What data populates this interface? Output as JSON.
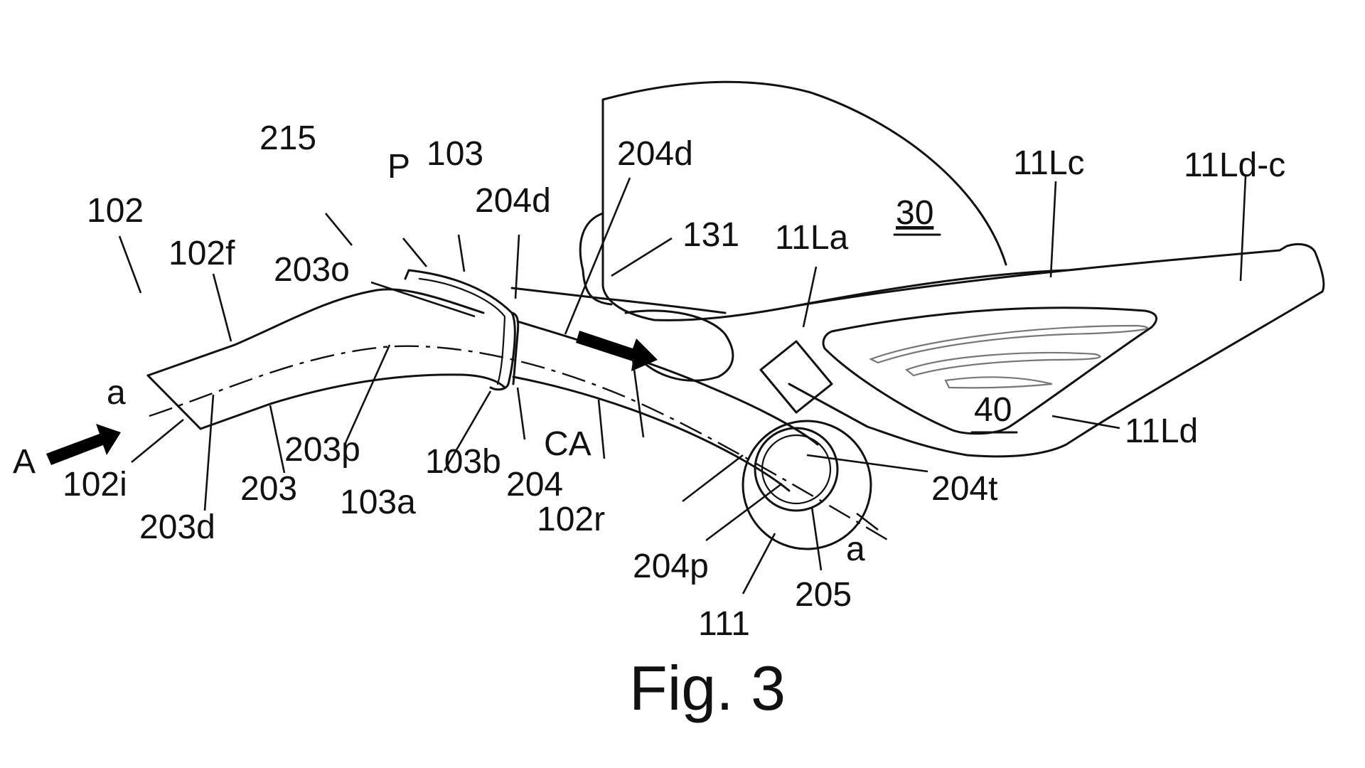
{
  "figure": {
    "caption": "Fig. 3",
    "labels": {
      "l102": "102",
      "l215": "215",
      "l102f": "102f",
      "l203o": "203o",
      "lP": "P",
      "l103": "103",
      "l204d_a": "204d",
      "l204d_b": "204d",
      "l131": "131",
      "l11La": "11La",
      "l30": "30",
      "l11Lc": "11Lc",
      "l11Ldc": "11Ld-c",
      "l40": "40",
      "l11Ld": "11Ld",
      "la_left": "a",
      "lA": "A",
      "l102i": "102i",
      "l203d": "203d",
      "l203": "203",
      "l203p": "203p",
      "l103a": "103a",
      "l103b": "103b",
      "l204": "204",
      "lCA": "CA",
      "l102r": "102r",
      "l204t": "204t",
      "l204p": "204p",
      "l111": "111",
      "l205": "205",
      "la_right": "a"
    }
  }
}
